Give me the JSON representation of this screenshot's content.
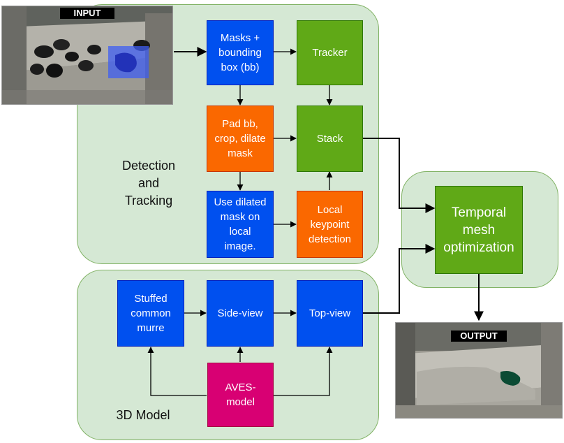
{
  "images": {
    "input_label": "INPUT",
    "output_label": "OUTPUT"
  },
  "groups": {
    "detection_label": "Detection\nand\nTracking",
    "model_label": "3D Model"
  },
  "nodes": {
    "masks_bb": "Masks +\nbounding\nbox (bb)",
    "tracker": "Tracker",
    "pad_bb": "Pad bb,\ncrop, dilate\nmask",
    "stack": "Stack",
    "use_dilated": "Use dilated\nmask on\nlocal\nimage.",
    "local_keypoint": "Local\nkeypoint\ndetection",
    "temporal": "Temporal\nmesh\noptimization",
    "stuffed": "Stuffed\ncommon\nmurre",
    "side_view": "Side-view",
    "top_view": "Top-view",
    "aves": "AVES-\nmodel"
  },
  "colors": {
    "group_fill": "#d5e8d4",
    "group_stroke": "#82b366",
    "blue": "#0050ef",
    "green": "#60a917",
    "orange": "#fa6800",
    "pink": "#d80073"
  }
}
